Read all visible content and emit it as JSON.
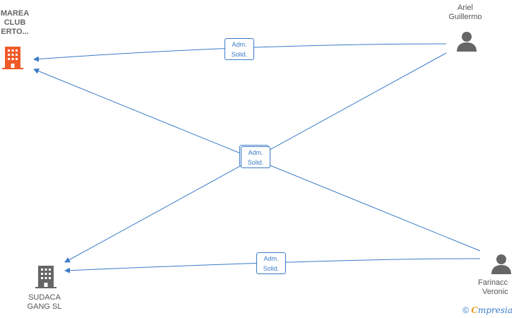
{
  "nodes": {
    "company_top": {
      "label_lines": [
        "MAREA",
        "CLUB",
        "ERTO..."
      ],
      "icon": "building-icon",
      "color": "#f05a28"
    },
    "company_bottom": {
      "label_lines": [
        "SUDACA",
        "GANG SL"
      ],
      "icon": "building-icon",
      "color": "#666666"
    },
    "person_ariel": {
      "label_lines": [
        "Ariel",
        "Guillermo"
      ],
      "icon": "person-icon",
      "color": "#666666"
    },
    "person_farinacc": {
      "label_lines": [
        "Farinacc",
        "Veronic"
      ],
      "icon": "person-icon",
      "color": "#666666"
    }
  },
  "edges": [
    {
      "label_lines": [
        "Adm.",
        "Solid."
      ]
    },
    {
      "label_lines": [
        "Adm.",
        "Solid."
      ]
    },
    {
      "label_lines": [
        "Adm.",
        "Solid."
      ]
    },
    {
      "label_lines": [
        "Adm.",
        "Solid."
      ]
    }
  ],
  "colors": {
    "edge": "#3a7bc8"
  },
  "footer": {
    "copyright": "©",
    "brand_first": "C",
    "brand_rest": "mpresia"
  }
}
